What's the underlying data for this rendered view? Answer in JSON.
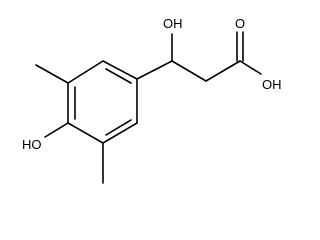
{
  "structure": {
    "labels": {
      "hydroxyl_top": "OH",
      "carboxyl_oxygen": "O",
      "carboxyl_hydroxyl": "OH",
      "phenol_hydroxyl": "HO"
    }
  },
  "colors": {
    "bond": "#000000",
    "background": "#ffffff"
  }
}
